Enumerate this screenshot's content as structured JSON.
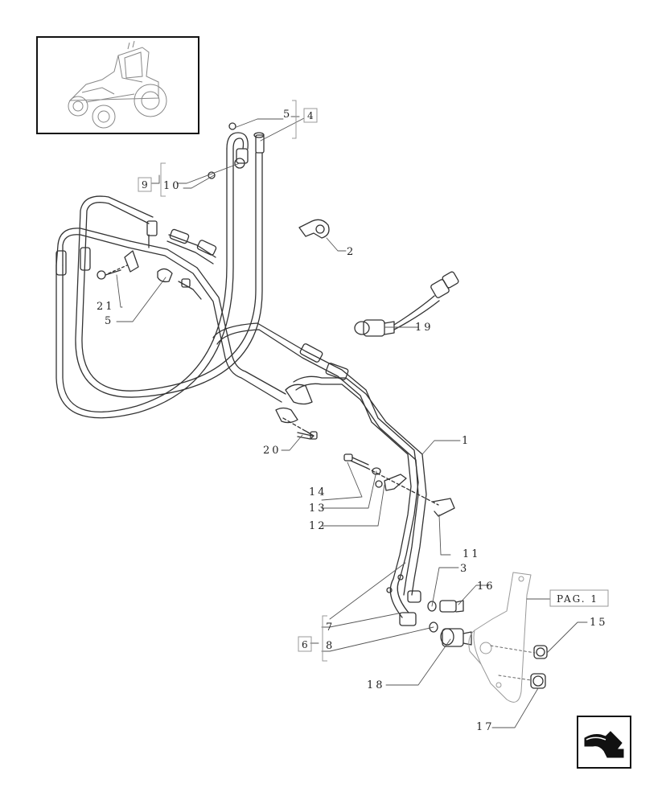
{
  "diagram": {
    "callouts": {
      "c1": "1",
      "c2": "2",
      "c3": "3",
      "c4": "4",
      "c5a": "5",
      "c5b": "5",
      "c6": "6",
      "c7": "7",
      "c8": "8",
      "c9": "9",
      "c10": "10",
      "c11": "11",
      "c12": "12",
      "c13": "13",
      "c14": "14",
      "c15": "15",
      "c16": "16",
      "c17": "17",
      "c18": "18",
      "c19": "19",
      "c20": "20",
      "c21": "21"
    },
    "page_ref": "PAG. 1"
  },
  "thumbnail": {
    "icon": "tractor-icon"
  },
  "navigation": {
    "icon": "next-page-arrow-icon"
  },
  "colors": {
    "line": "#333333",
    "ink": "#222222",
    "box": "#999999"
  }
}
